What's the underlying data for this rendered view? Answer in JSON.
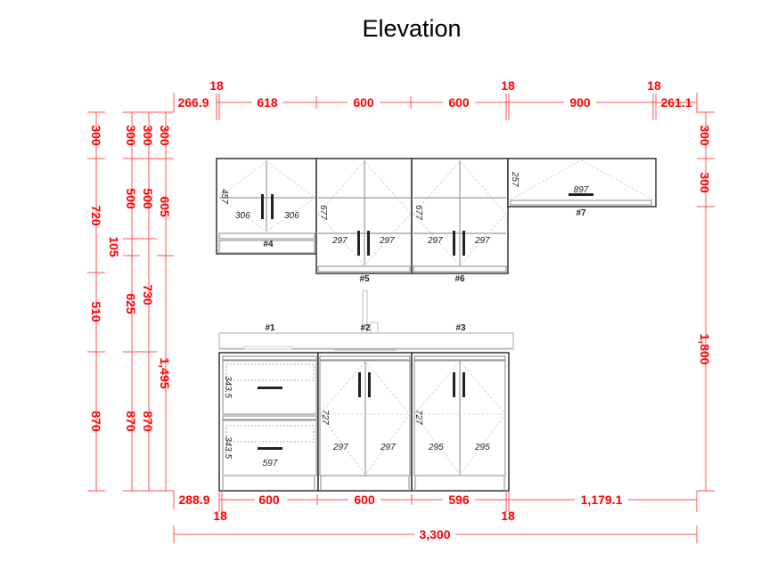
{
  "title": "Elevation",
  "colors": {
    "dimension": "#ff0000",
    "cabinet": "#333333"
  },
  "top_dims": [
    "266.9",
    "618",
    "600",
    "600",
    "900",
    "261.1"
  ],
  "top_gaps": [
    "18",
    "18",
    "18"
  ],
  "bottom_dims": [
    "288.9",
    "600",
    "600",
    "596",
    "1,179.1"
  ],
  "bottom_gaps": [
    "18",
    "18"
  ],
  "total_width": "3,300",
  "left_col1": [
    "300",
    "720",
    "510",
    "870"
  ],
  "left_col2": [
    "300",
    "500",
    "105",
    "625",
    "870"
  ],
  "left_col3": [
    "300",
    "500",
    "730",
    "870"
  ],
  "left_col4": [
    "300",
    "605",
    "1,495"
  ],
  "right_col": [
    "300",
    "300",
    "1,800"
  ],
  "upper": {
    "c4": {
      "tag": "#4",
      "height": "457",
      "doors": [
        "306",
        "306"
      ]
    },
    "c5": {
      "tag": "#5",
      "height": "677",
      "doors": [
        "297",
        "297"
      ]
    },
    "c6": {
      "tag": "#6",
      "height": "677",
      "doors": [
        "297",
        "297"
      ]
    },
    "c7": {
      "tag": "#7",
      "height": "257",
      "width": "897"
    }
  },
  "base": {
    "c1": {
      "tag": "#1",
      "drawers": [
        "343.5",
        "343.5"
      ],
      "width": "597"
    },
    "c2": {
      "tag": "#2",
      "height": "727",
      "doors": [
        "297",
        "297"
      ]
    },
    "c3": {
      "tag": "#3",
      "height": "727",
      "doors": [
        "295",
        "295"
      ]
    }
  }
}
